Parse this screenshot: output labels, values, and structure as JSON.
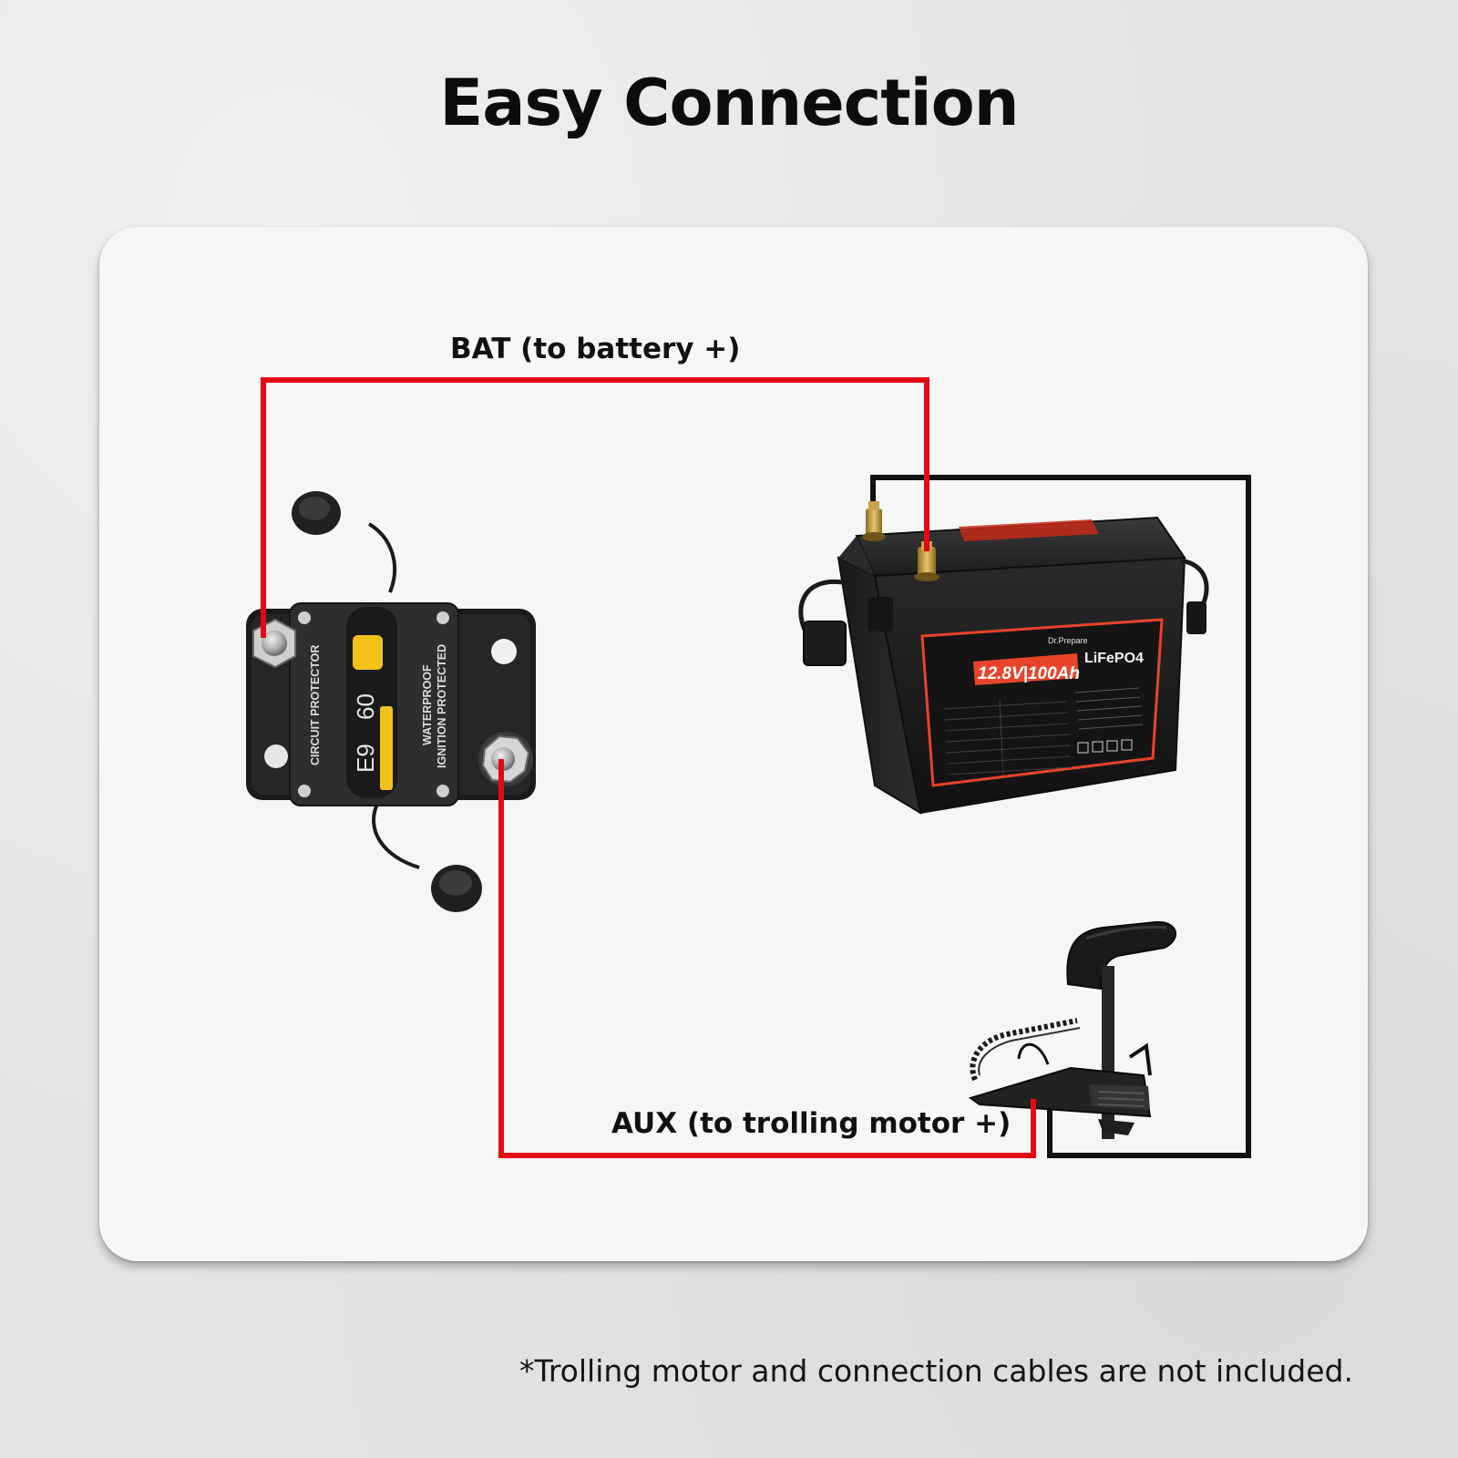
{
  "title": "Easy Connection",
  "labels": {
    "bat_wire": "BAT (to battery +)",
    "aux_wire": "AUX (to trolling motor +)"
  },
  "breaker": {
    "text_left": "CIRCUIT PROTECTOR",
    "rating": "60",
    "code": "E9",
    "text_right_1": "WATERPROOF",
    "text_right_2": "IGNITION PROTECTED"
  },
  "battery": {
    "brand": "Dr.Prepare",
    "spec": "12.8V|100Ah",
    "chemistry": "LiFePO4"
  },
  "footnote": "*Trolling motor and connection cables are not included.",
  "colors": {
    "positive_wire": "#e50914",
    "negative_wire": "#111111",
    "panel": "#f6f6f6",
    "background": "#e4e4e4",
    "battery_accent": "#e8442a",
    "breaker_lever": "#f2c21a"
  }
}
